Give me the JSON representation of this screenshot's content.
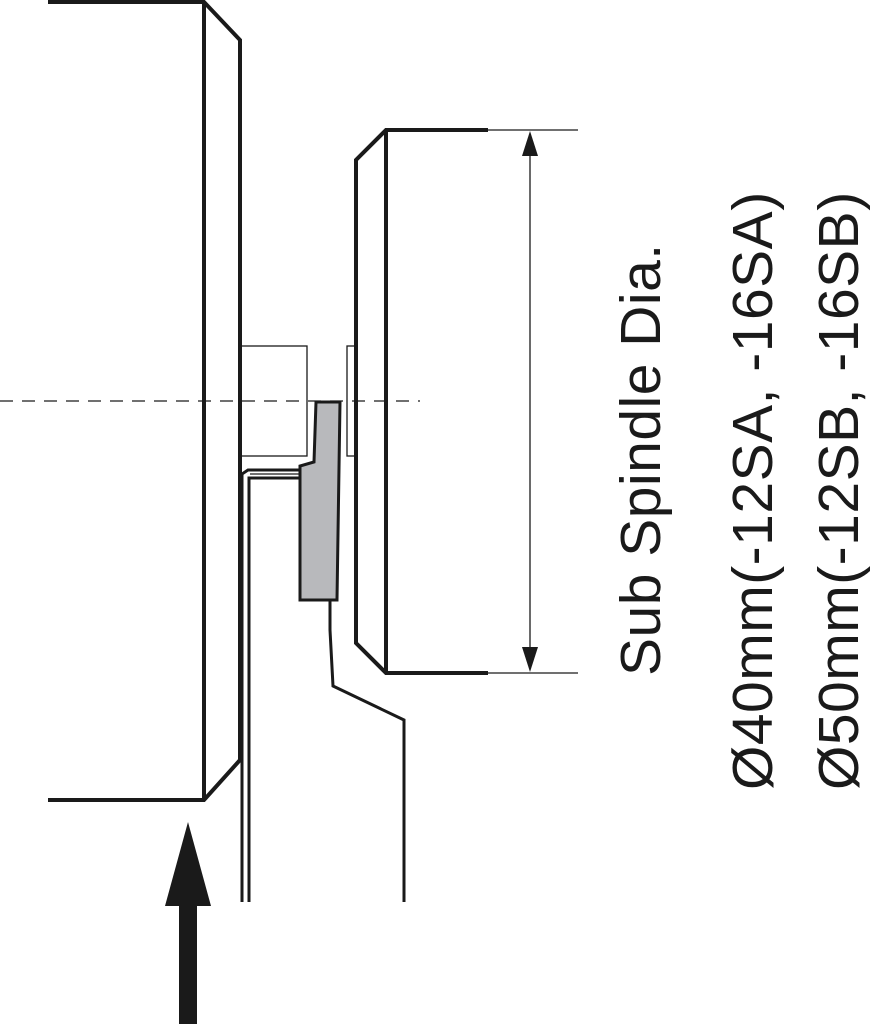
{
  "labels": {
    "dimension_title": "Sub Spindle Dia.",
    "dimension_line_1": "Ø40mm(-12SA,  -16SA)",
    "dimension_line_2": "Ø50mm(-12SB,  -16SB)"
  },
  "colors": {
    "line": "#1a1a1a",
    "tool_fill": "#b8b9bc",
    "background": "#ffffff"
  }
}
